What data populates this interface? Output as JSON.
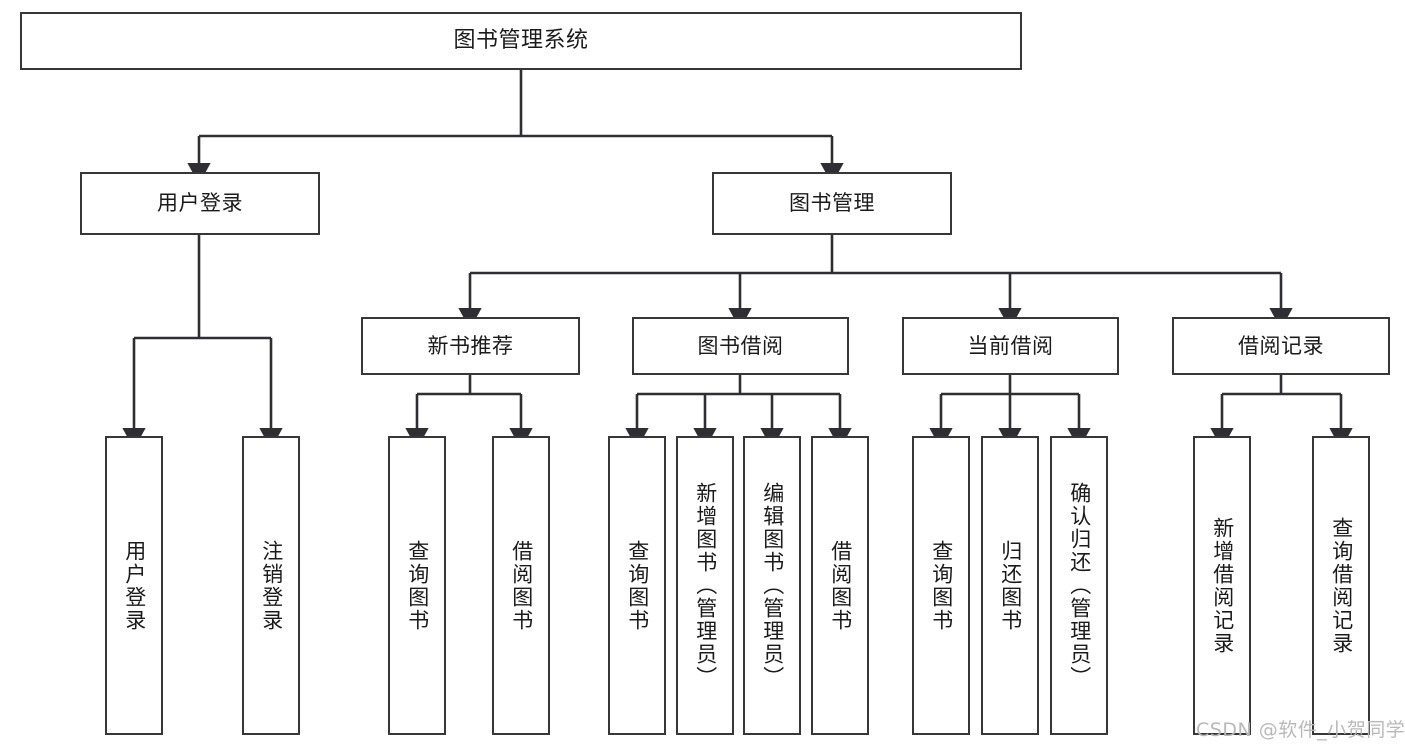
{
  "diagram": {
    "title": "图书管理系统",
    "type": "tree-hierarchy",
    "root": {
      "label": "图书管理系统"
    },
    "level1": [
      {
        "label": "用户登录"
      },
      {
        "label": "图书管理"
      }
    ],
    "level2": [
      {
        "label": "新书推荐"
      },
      {
        "label": "图书借阅"
      },
      {
        "label": "当前借阅"
      },
      {
        "label": "借阅记录"
      }
    ],
    "leaves": {
      "user_login": [
        {
          "label": "用户登录"
        },
        {
          "label": "注销登录"
        }
      ],
      "new_book_rec": [
        {
          "label": "查询图书"
        },
        {
          "label": "借阅图书"
        }
      ],
      "book_borrow": [
        {
          "label": "查询图书"
        },
        {
          "label": "新增图书（管理员）"
        },
        {
          "label": "编辑图书（管理员）"
        },
        {
          "label": "借阅图书"
        }
      ],
      "current_borrow": [
        {
          "label": "查询图书"
        },
        {
          "label": "归还图书"
        },
        {
          "label": "确认归还（管理员）"
        }
      ],
      "borrow_record": [
        {
          "label": "新增借阅记录"
        },
        {
          "label": "查询借阅记录"
        }
      ]
    }
  },
  "watermark": {
    "text": "CSDN @软件_小贺同学"
  },
  "colors": {
    "box_border": "#37373a",
    "box_fill": "#ffffff",
    "line": "#2f2f33",
    "text": "#1b1b1b",
    "watermark": "#b9b9b9",
    "background": "#ffffff"
  }
}
